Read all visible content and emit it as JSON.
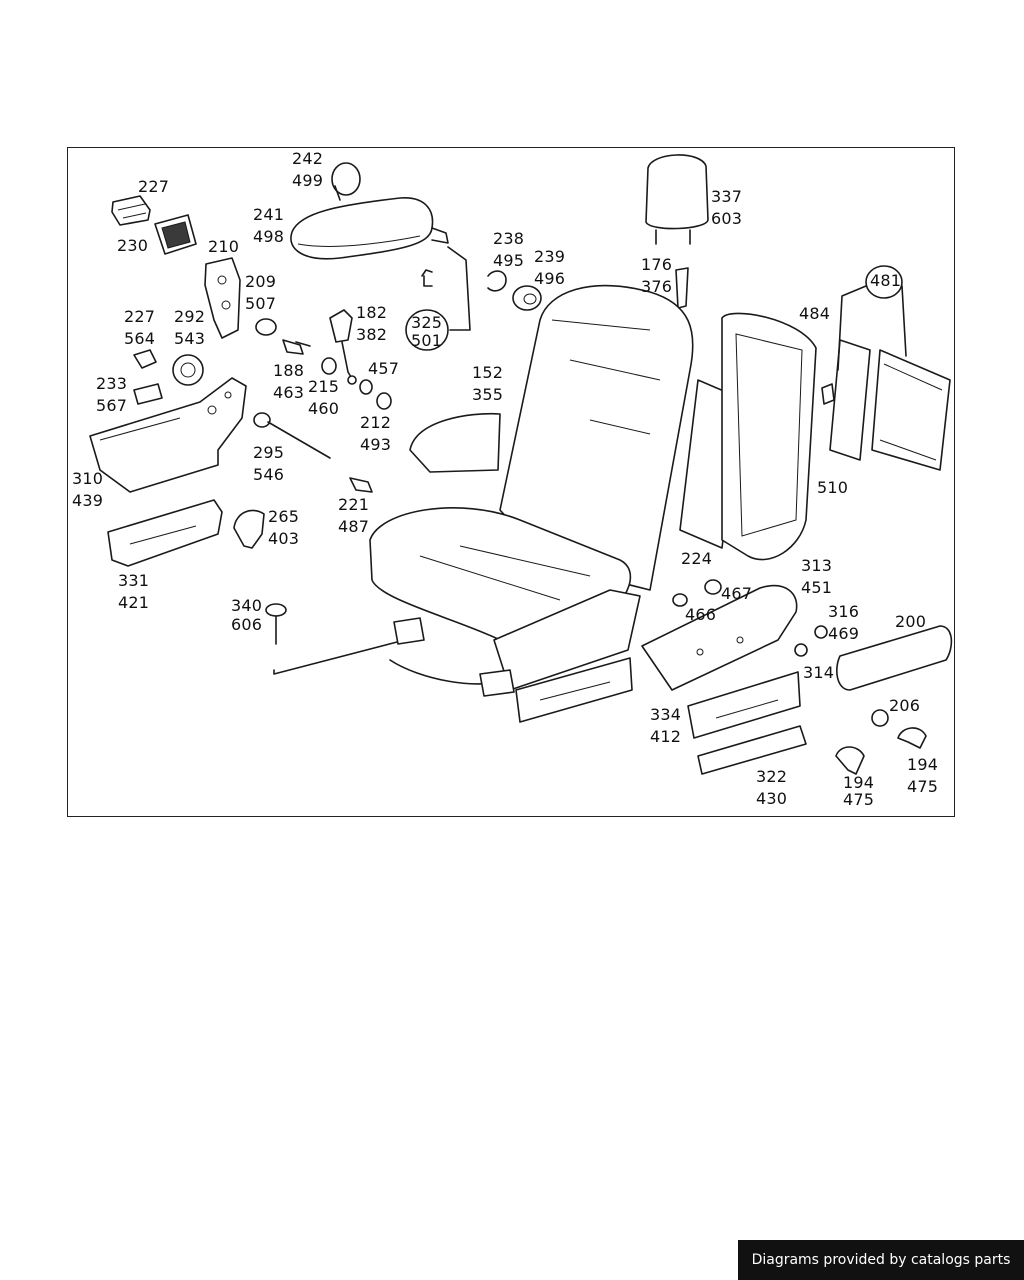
{
  "footer": {
    "credit": "Diagrams provided by catalogs parts"
  },
  "callouts": [
    {
      "id": "c01",
      "lines": [
        "227"
      ]
    },
    {
      "id": "c02",
      "lines": [
        "230"
      ]
    },
    {
      "id": "c03",
      "lines": [
        "242",
        "499"
      ]
    },
    {
      "id": "c04",
      "lines": [
        "241",
        "498"
      ]
    },
    {
      "id": "c05",
      "lines": [
        "210"
      ]
    },
    {
      "id": "c06",
      "lines": [
        "209",
        "507"
      ]
    },
    {
      "id": "c07",
      "lines": [
        "227",
        "564"
      ]
    },
    {
      "id": "c08",
      "lines": [
        "292",
        "543"
      ]
    },
    {
      "id": "c09",
      "lines": [
        "233",
        "567"
      ]
    },
    {
      "id": "c10",
      "lines": [
        "188",
        "463"
      ]
    },
    {
      "id": "c11",
      "lines": [
        "215",
        "460"
      ]
    },
    {
      "id": "c12",
      "lines": [
        "182",
        "382"
      ]
    },
    {
      "id": "c13",
      "lines": [
        "457"
      ]
    },
    {
      "id": "c14",
      "lines": [
        "212",
        "493"
      ]
    },
    {
      "id": "c15",
      "lines": [
        "325",
        "501"
      ]
    },
    {
      "id": "c16",
      "lines": [
        "238",
        "495"
      ]
    },
    {
      "id": "c17",
      "lines": [
        "239",
        "496"
      ]
    },
    {
      "id": "c18",
      "lines": [
        "152",
        "355"
      ]
    },
    {
      "id": "c19",
      "lines": [
        "176",
        "376"
      ]
    },
    {
      "id": "c20",
      "lines": [
        "337",
        "603"
      ]
    },
    {
      "id": "c21",
      "lines": [
        "481"
      ]
    },
    {
      "id": "c22",
      "lines": [
        "484"
      ]
    },
    {
      "id": "c23",
      "lines": [
        "310",
        "439"
      ]
    },
    {
      "id": "c24",
      "lines": [
        "295",
        "546"
      ]
    },
    {
      "id": "c25",
      "lines": [
        "221",
        "487"
      ]
    },
    {
      "id": "c26",
      "lines": [
        "265",
        "403"
      ]
    },
    {
      "id": "c27",
      "lines": [
        "331",
        "421"
      ]
    },
    {
      "id": "c28",
      "lines": [
        "510"
      ]
    },
    {
      "id": "c29",
      "lines": [
        "224"
      ]
    },
    {
      "id": "c30",
      "lines": [
        "313",
        "451"
      ]
    },
    {
      "id": "c31",
      "lines": [
        "467"
      ]
    },
    {
      "id": "c32",
      "lines": [
        "466"
      ]
    },
    {
      "id": "c33",
      "lines": [
        "316",
        "469"
      ]
    },
    {
      "id": "c34",
      "lines": [
        "200"
      ]
    },
    {
      "id": "c35",
      "lines": [
        "340",
        "606"
      ]
    },
    {
      "id": "c36",
      "lines": [
        "314"
      ]
    },
    {
      "id": "c37",
      "lines": [
        "206"
      ]
    },
    {
      "id": "c38",
      "lines": [
        "334",
        "412"
      ]
    },
    {
      "id": "c39",
      "lines": [
        "322",
        "430"
      ]
    },
    {
      "id": "c40",
      "lines": [
        "194",
        "475"
      ]
    },
    {
      "id": "c41",
      "lines": [
        "194",
        "475"
      ]
    }
  ]
}
